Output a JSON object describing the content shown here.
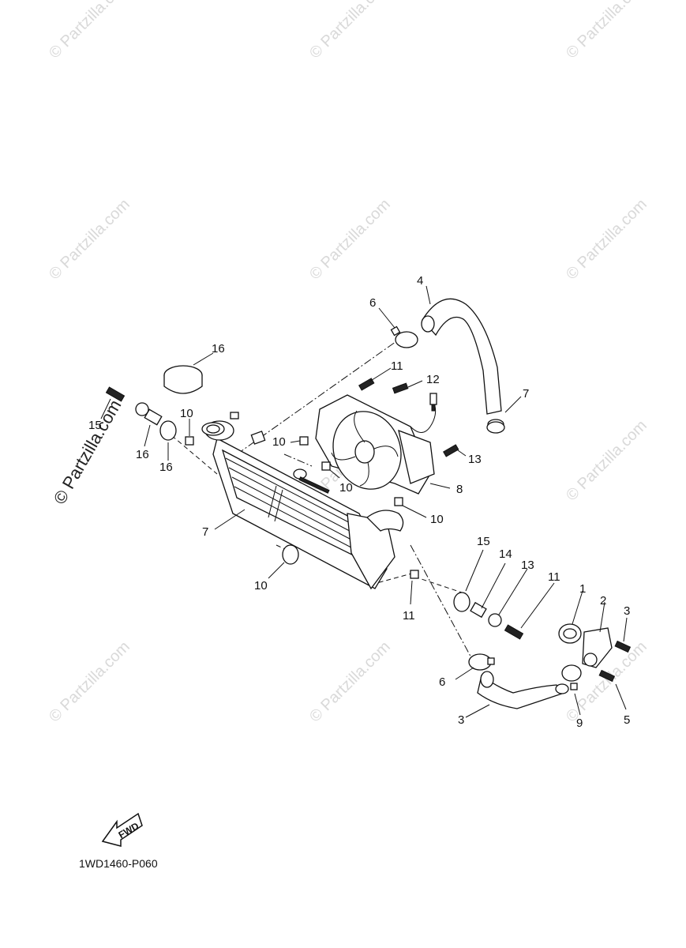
{
  "watermark": {
    "text": "© Partzilla.com"
  },
  "side_watermark": {
    "text": "© Partzilla.com"
  },
  "diagram_code": "1WD1460-P060",
  "fwd_badge": {
    "text": "FWD"
  },
  "callouts": [
    {
      "id": "c1",
      "text": "1"
    },
    {
      "id": "c2",
      "text": "2"
    },
    {
      "id": "c3a",
      "text": "3"
    },
    {
      "id": "c3b",
      "text": "3"
    },
    {
      "id": "c4",
      "text": "4"
    },
    {
      "id": "c5",
      "text": "5"
    },
    {
      "id": "c6a",
      "text": "6"
    },
    {
      "id": "c6b",
      "text": "6"
    },
    {
      "id": "c7a",
      "text": "7"
    },
    {
      "id": "c7b",
      "text": "7"
    },
    {
      "id": "c8",
      "text": "8"
    },
    {
      "id": "c9",
      "text": "9"
    },
    {
      "id": "c10a",
      "text": "10"
    },
    {
      "id": "c10b",
      "text": "10"
    },
    {
      "id": "c10c",
      "text": "10"
    },
    {
      "id": "c10d",
      "text": "10"
    },
    {
      "id": "c10e",
      "text": "10"
    },
    {
      "id": "c11a",
      "text": "11"
    },
    {
      "id": "c11b",
      "text": "11"
    },
    {
      "id": "c11c",
      "text": "11"
    },
    {
      "id": "c12",
      "text": "12"
    },
    {
      "id": "c13a",
      "text": "13"
    },
    {
      "id": "c13b",
      "text": "13"
    },
    {
      "id": "c14",
      "text": "14"
    },
    {
      "id": "c15a",
      "text": "15"
    },
    {
      "id": "c15b",
      "text": "15"
    },
    {
      "id": "c16a",
      "text": "16"
    },
    {
      "id": "c16b",
      "text": "16"
    },
    {
      "id": "c16c",
      "text": "16"
    }
  ]
}
